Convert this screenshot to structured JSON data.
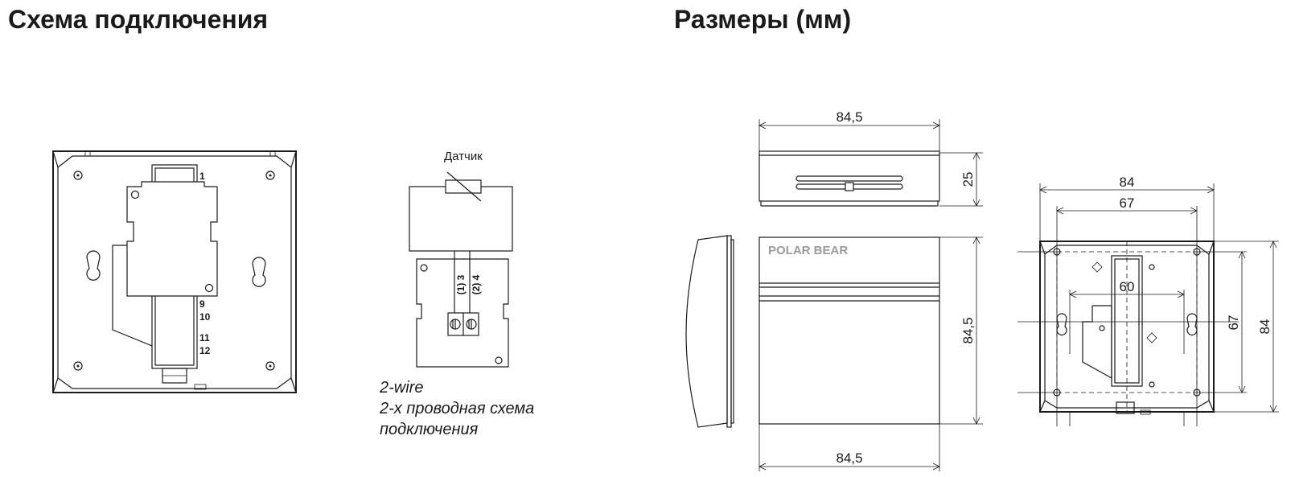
{
  "titles": {
    "wiring": "Схема подключения",
    "dimensions": "Размеры (мм)"
  },
  "wiring": {
    "terminals": [
      "1",
      "9",
      "10",
      "11",
      "12"
    ],
    "sensor_label": "Датчик",
    "pins_left": "(1) 3",
    "pins_right": "(2) 4",
    "caption_line1": "2-wire",
    "caption_line2": "2-х проводная схема",
    "caption_line3": "подключения"
  },
  "dimensions": {
    "top_width": "84,5",
    "depth": "25",
    "front_height": "84,5",
    "bottom_width": "84,5",
    "brand": "POLAR BEAR",
    "back_width": "84",
    "back_inner_width": "67",
    "back_center_width": "60",
    "back_inner_height": "67",
    "back_height": "84"
  }
}
